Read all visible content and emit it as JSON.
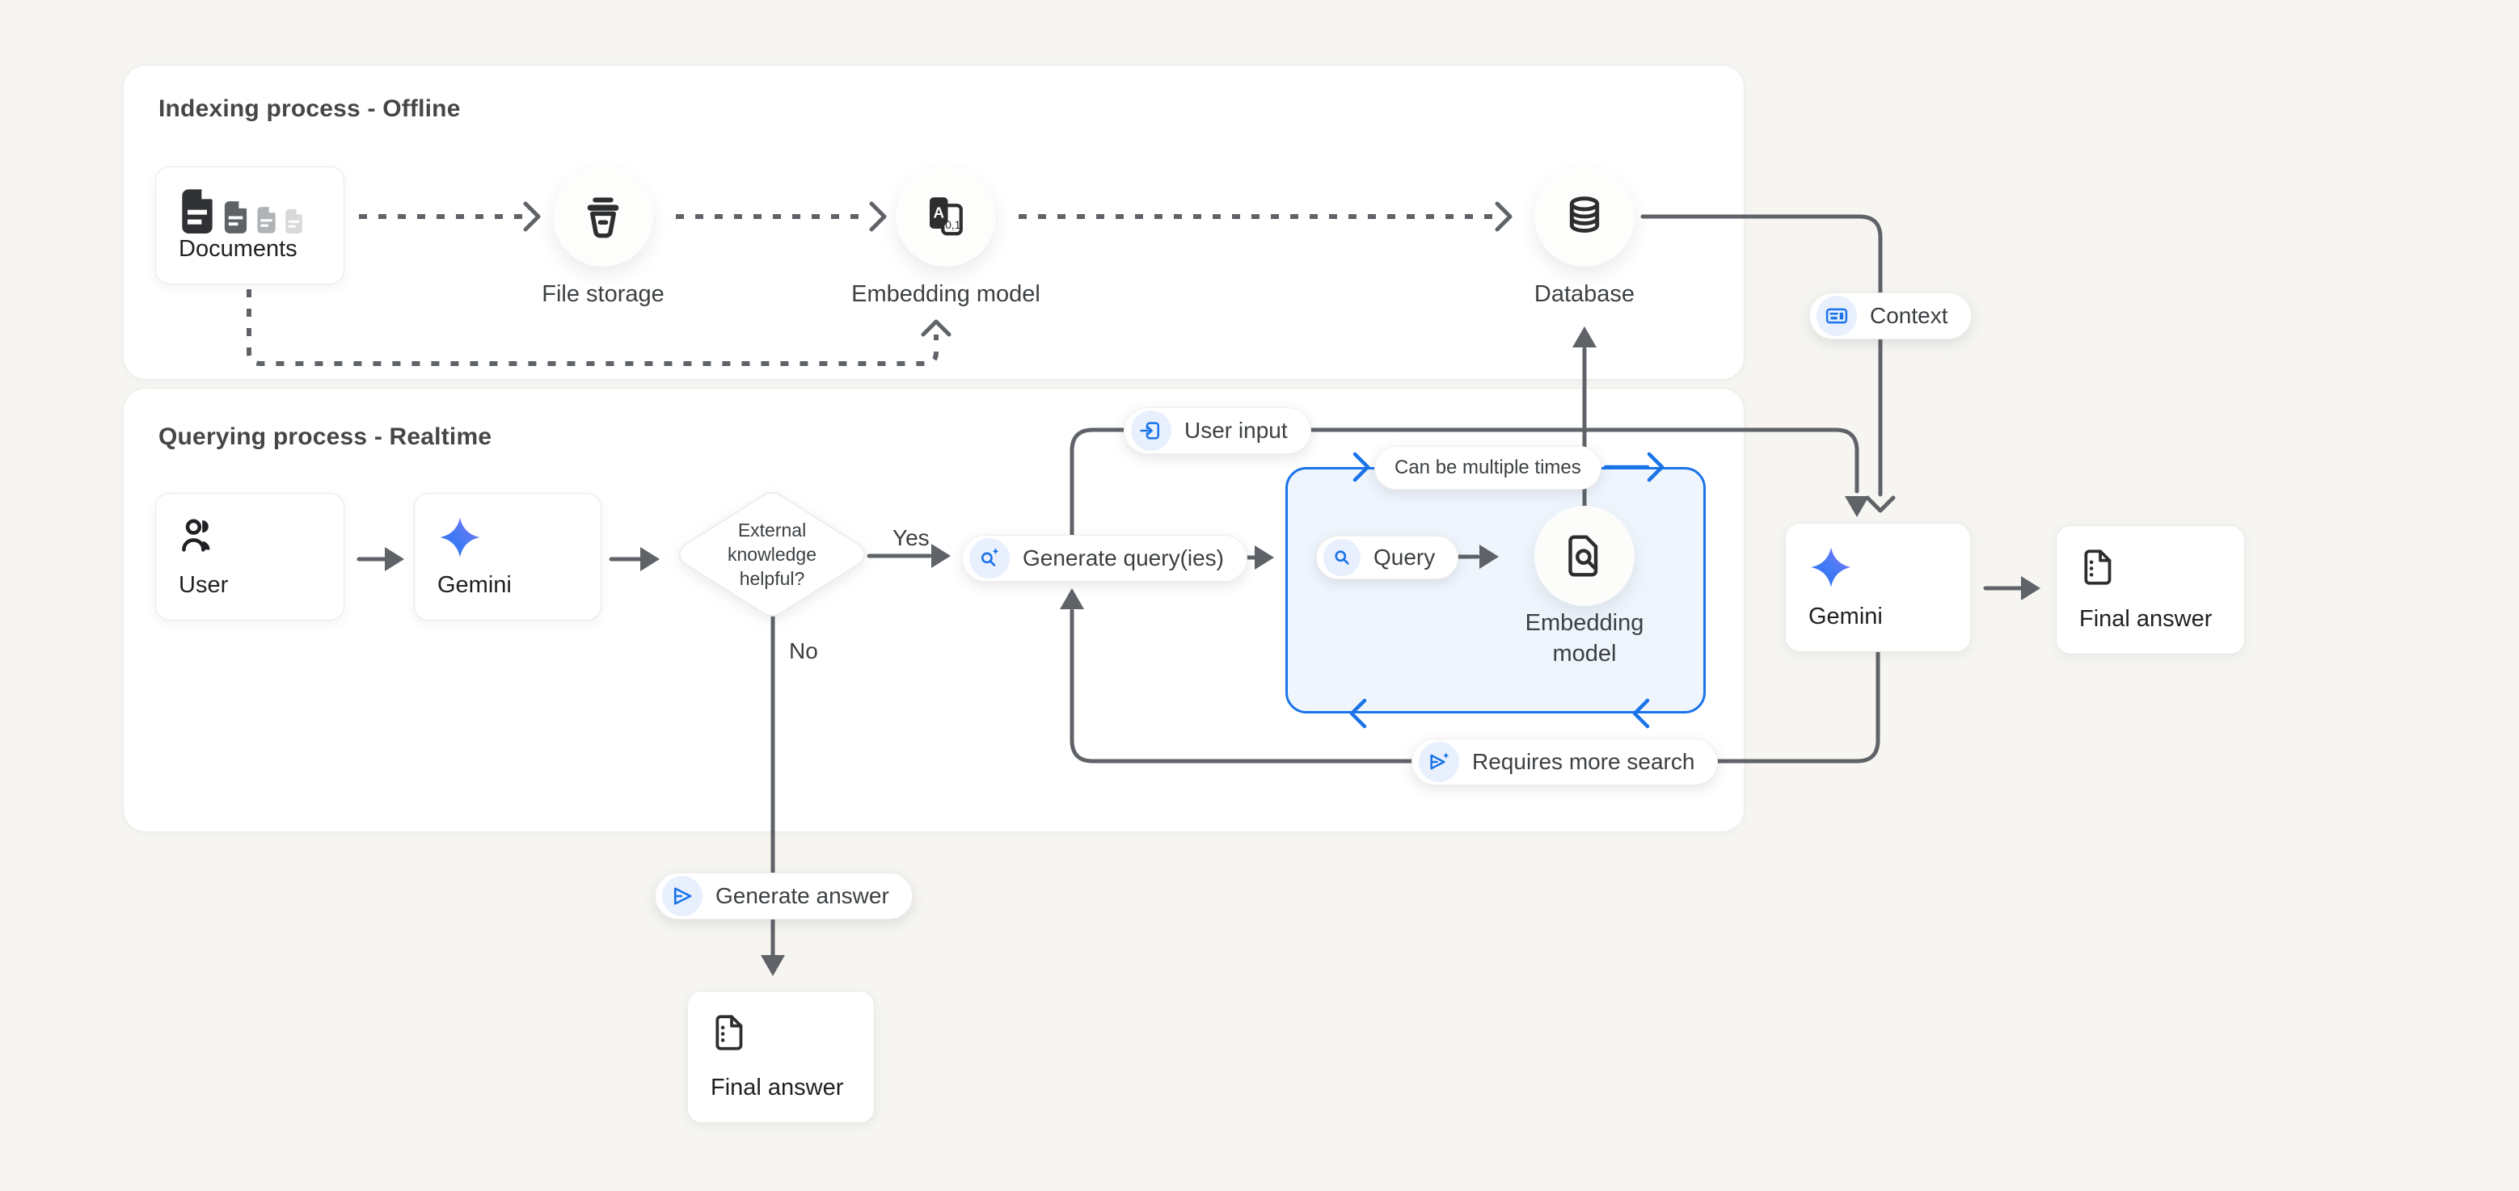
{
  "panels": {
    "indexing": {
      "title": "Indexing process - Offline"
    },
    "querying": {
      "title": "Querying process - Realtime"
    }
  },
  "nodes": {
    "documents": {
      "label": "Documents"
    },
    "file_storage": {
      "label": "File storage"
    },
    "embedding_model_indexing": {
      "label": "Embedding model",
      "icon_letter": "A",
      "icon_digits": "0,1"
    },
    "database": {
      "label": "Database"
    },
    "user": {
      "label": "User"
    },
    "gemini_primary": {
      "label": "Gemini"
    },
    "decision": {
      "line1": "External",
      "line2": "knowledge",
      "line3": "helpful?"
    },
    "embedding_model_querying": {
      "line1": "Embedding",
      "line2": "model"
    },
    "gemini_secondary": {
      "label": "Gemini"
    },
    "final_answer_right": {
      "label": "Final answer"
    },
    "final_answer_bottom": {
      "label": "Final answer"
    }
  },
  "pills": {
    "user_input": {
      "label": "User input"
    },
    "generate_queries": {
      "label": "Generate query(ies)"
    },
    "query": {
      "label": "Query"
    },
    "can_be_multiple_times": {
      "label": "Can be multiple times"
    },
    "requires_more_search": {
      "label": "Requires more search"
    },
    "generate_answer": {
      "label": "Generate answer"
    },
    "context": {
      "label": "Context"
    }
  },
  "edges": {
    "yes_label": "Yes",
    "no_label": "No"
  },
  "colors": {
    "background": "#f6f5f2",
    "panel": "#ffffff",
    "wire": "#5f6368",
    "accent_blue": "#1a73e8",
    "icon_bubble": "#e8f0fe",
    "loop_box_fill": "#eff5fd",
    "text": "#3c4043"
  }
}
